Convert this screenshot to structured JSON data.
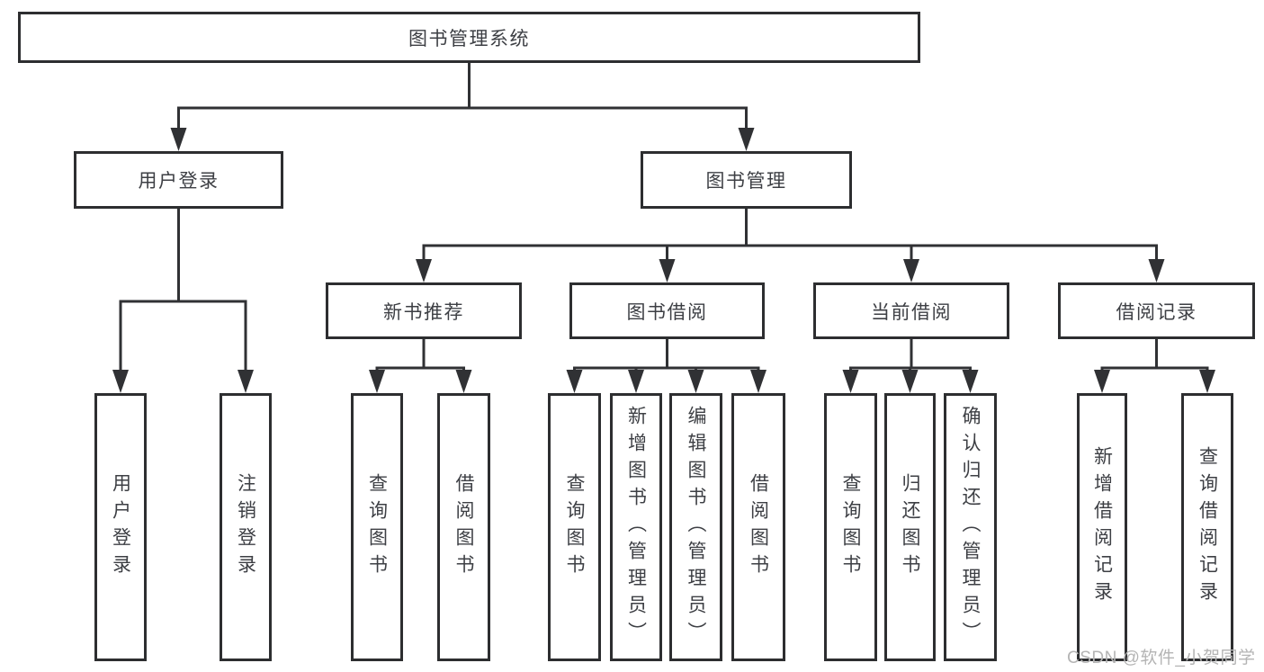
{
  "tree": {
    "root": {
      "label": "图书管理系统",
      "children": [
        {
          "label": "用户登录",
          "children": [
            {
              "label": "用户登录"
            },
            {
              "label": "注销登录"
            }
          ]
        },
        {
          "label": "图书管理",
          "children": [
            {
              "label": "新书推荐",
              "children": [
                {
                  "label": "查询图书"
                },
                {
                  "label": "借阅图书"
                }
              ]
            },
            {
              "label": "图书借阅",
              "children": [
                {
                  "label": "查询图书"
                },
                {
                  "label": "新增图书（管理员）"
                },
                {
                  "label": "编辑图书（管理员）"
                },
                {
                  "label": "借阅图书"
                }
              ]
            },
            {
              "label": "当前借阅",
              "children": [
                {
                  "label": "查询图书"
                },
                {
                  "label": "归还图书"
                },
                {
                  "label": "确认归还（管理员）"
                }
              ]
            },
            {
              "label": "借阅记录",
              "children": [
                {
                  "label": "新增借阅记录"
                },
                {
                  "label": "查询借阅记录"
                }
              ]
            }
          ]
        }
      ]
    }
  },
  "watermark": {
    "text": "CSDN @软件_小贺同学"
  },
  "colors": {
    "line": "#303134",
    "border": "#2d2e30",
    "text": "#3d3f44",
    "watermark": "#b4b4b4"
  }
}
